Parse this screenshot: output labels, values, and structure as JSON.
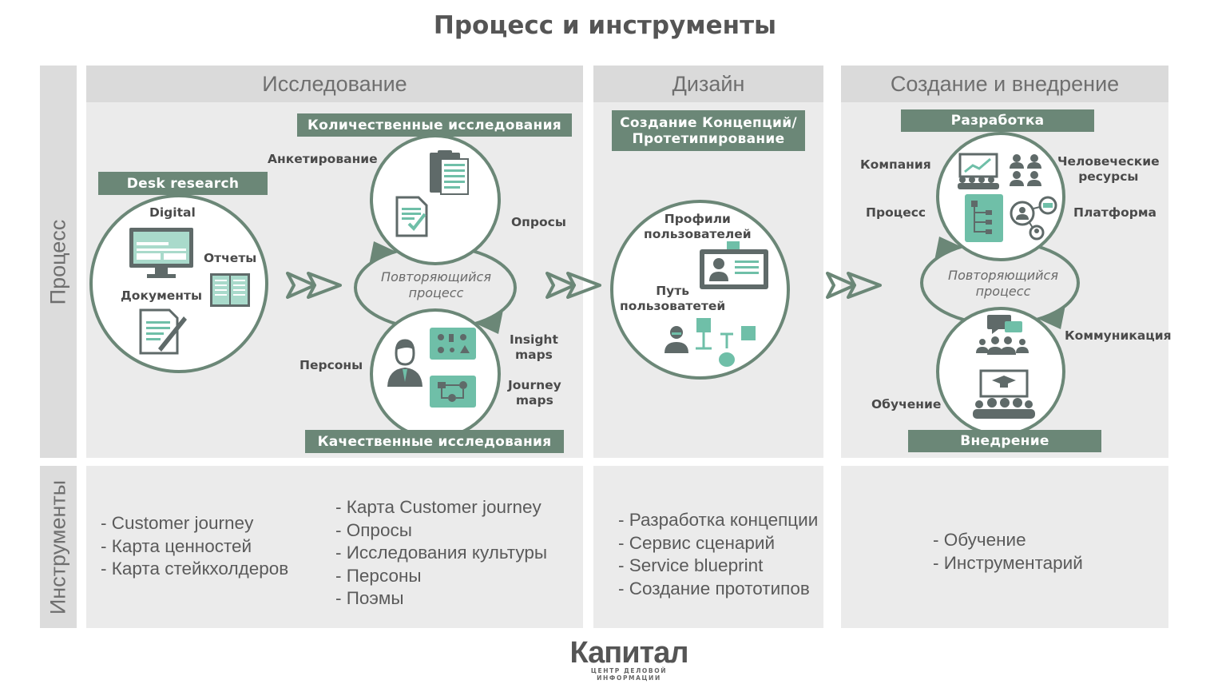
{
  "title": "Процесс и инструменты",
  "rows": {
    "process": "Процесс",
    "tools": "Инструменты"
  },
  "columns": {
    "research": "Исследование",
    "design": "Дизайн",
    "build": "Создание и внедрение"
  },
  "research": {
    "desk": "Desk research",
    "quant": "Количественные исследования",
    "qual": "Качественные исследования",
    "digital": "Digital",
    "reports": "Отчеты",
    "documents": "Документы",
    "survey": "Анкетирование",
    "polls": "Опросы",
    "insight": "Insight\nmaps",
    "journey": "Journey\nmaps",
    "personas": "Персоны",
    "cycle": "Повторяющийся\nпроцесс"
  },
  "design": {
    "concept": "Создание Концепций/\nПротетипирование",
    "profiles": "Профили\nпользователей",
    "path": "Путь\nпользоватетей"
  },
  "build": {
    "dev": "Разработка",
    "deploy": "Внедрение",
    "company": "Компания",
    "hr": "Человеческие\nресурсы",
    "process": "Процесс",
    "platform": "Платформа",
    "communication": "Коммуникация",
    "training": "Обучение",
    "cycle": "Повторяющийся\nпроцесс"
  },
  "tools": {
    "col1": [
      "Customer journey",
      "Карта ценностей",
      "Карта стейкхолдеров"
    ],
    "col2": [
      "Карта Customer journey",
      "Опросы",
      "Исследования культуры",
      "Персоны",
      "Поэмы"
    ],
    "col3": [
      "Разработка концепции",
      "Сервис сценарий",
      "Service blueprint",
      "Создание прототипов"
    ],
    "col4": [
      "Обучение",
      "Инструментарий"
    ]
  },
  "logo": {
    "name": "Капитал",
    "tagline": "ЦЕНТР ДЕЛОВОЙ ИНФОРМАЦИИ"
  },
  "colors": {
    "accent": "#6b8777",
    "teal": "#6fbfa8",
    "panel": "#ebebeb",
    "header": "#dadada",
    "text": "#555555"
  }
}
